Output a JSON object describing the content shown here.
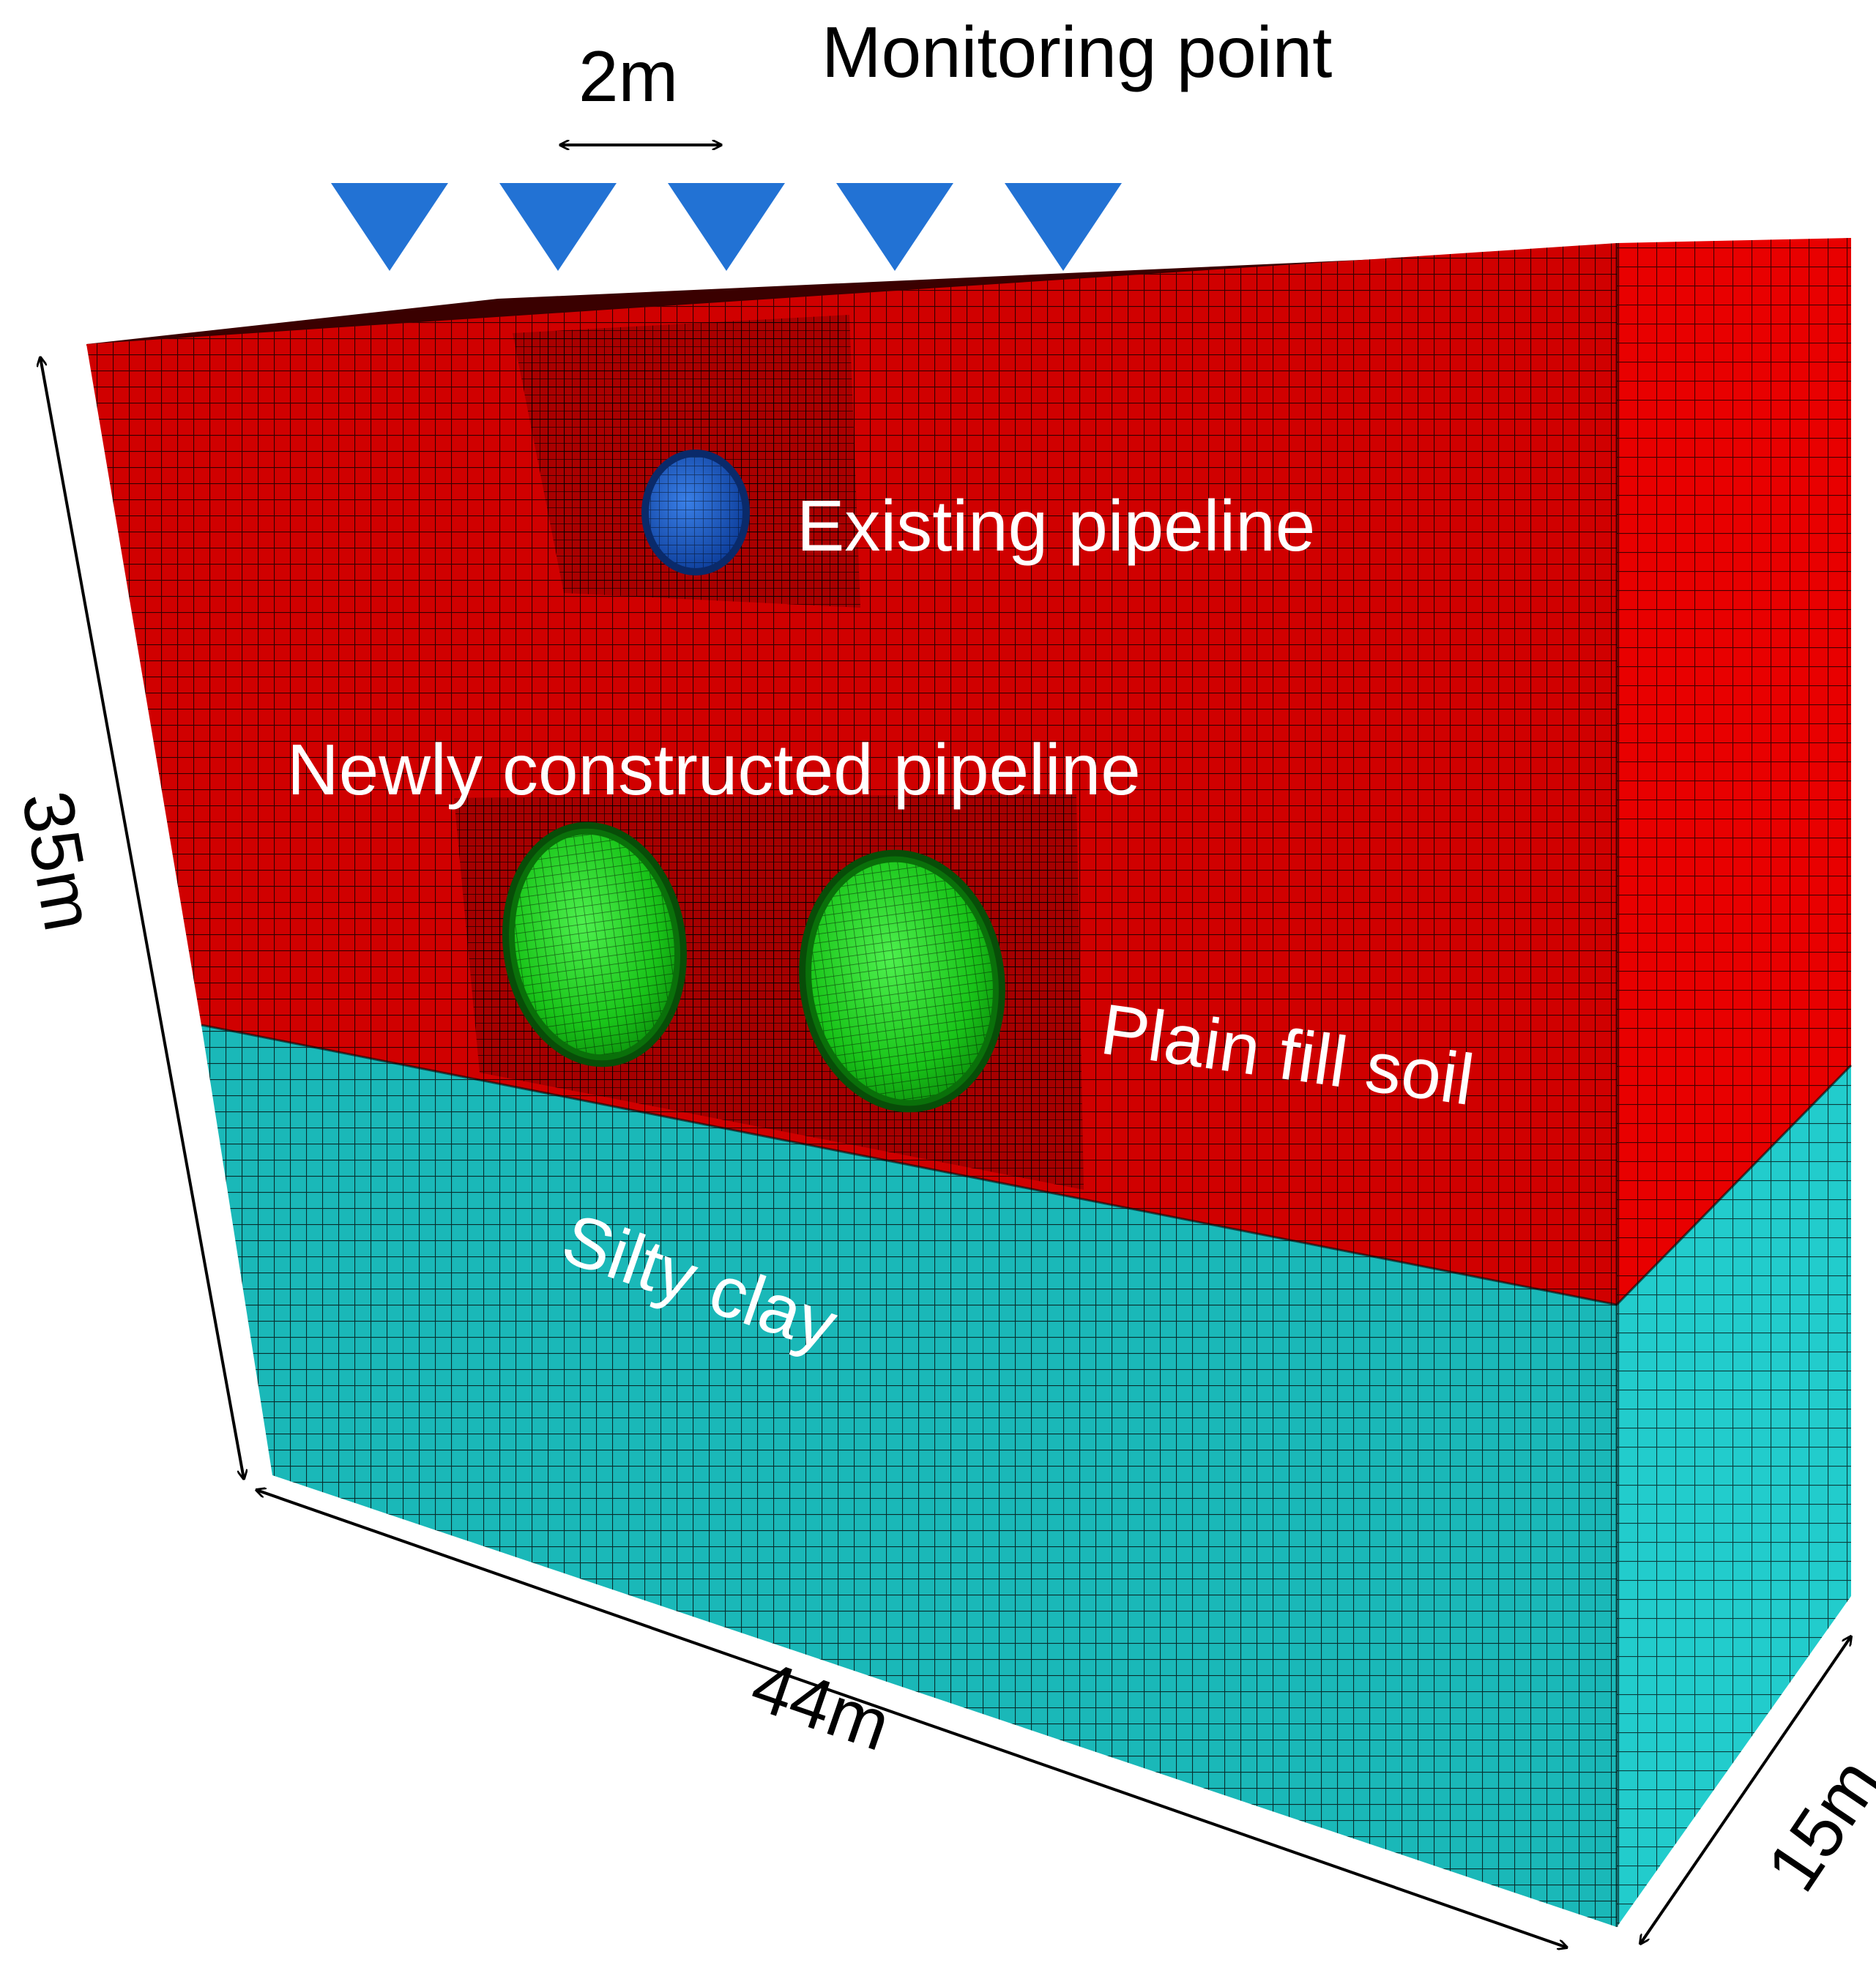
{
  "labels": {
    "monitoring_point": "Monitoring point",
    "spacing": "2m",
    "existing_pipeline": "Existing pipeline",
    "new_pipeline": "Newly constructed pipeline",
    "plain_fill": "Plain fill soil",
    "silty_clay": "Silty clay",
    "height": "35m",
    "length": "44m",
    "depth": "15m"
  },
  "monitoring_point_count": 5,
  "colors": {
    "plain_fill_front": "#d00000",
    "plain_fill_side": "#e80000",
    "silty_clay_front": "#1ab8b8",
    "silty_clay_side": "#22cccc",
    "existing_pipe": "#1a5fd0",
    "new_pipe": "#1ecf1e",
    "marker": "#2272d4",
    "mesh": "#000000"
  }
}
